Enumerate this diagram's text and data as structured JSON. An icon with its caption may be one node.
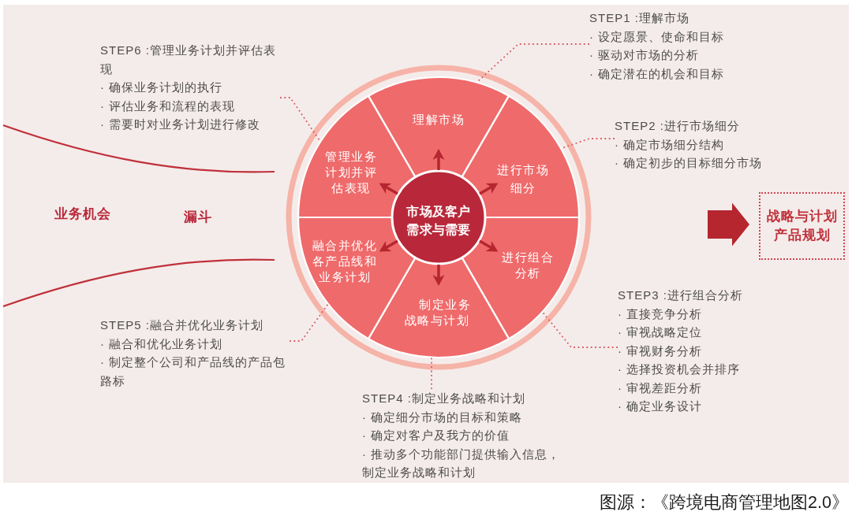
{
  "diagram": {
    "caption": "图源：《跨境电商管理地图2.0》",
    "nodes": [
      {
        "text": [],
        "shape": "circle"
      },
      {
        "text": [
          "市场及客户需求与需要"
        ],
        "in": 0
      },
      {
        "text": [
          "理解市场"
        ],
        "in": 0
      },
      {
        "text": [
          "进行市场细分"
        ],
        "in": 0
      },
      {
        "text": [
          "进行组合分析"
        ],
        "in": 0
      },
      {
        "text": [
          "制定业务战略与计划"
        ],
        "in": 0
      },
      {
        "text": [
          "融合并优化各产品线和业务计划"
        ],
        "in": 0
      },
      {
        "text": [
          "管理业务计划并评估表现"
        ],
        "in": 0
      },
      {
        "text": [
          "STEP1 :理解市场",
          "· 设定愿景、使命和目标",
          "· 驱动对市场的分析",
          "· 确定潜在的机会和目标"
        ]
      },
      {
        "text": [
          "STEP2 :进行市场细分",
          "· 确定市场细分结构",
          "· 确定初步的目标细分市场"
        ]
      },
      {
        "text": [
          "STEP3 :进行组合分析",
          "· 直接竞争分析",
          "· 审视战略定位",
          "· 审视财务分析",
          "· 选择投资机会并排序",
          "· 审视差距分析",
          "· 确定业务设计"
        ]
      },
      {
        "text": [
          "STEP4 :制定业务战略和计划",
          "· 确定细分市场的目标和策略",
          "· 确定对客户及我方的价值",
          "· 推动多个功能部门提供输入信息，制定业务战略和计划"
        ]
      },
      {
        "text": [
          "STEP5 :融合并优化业务计划",
          "· 融合和优化业务计划",
          "· 制定整个公司和产品线的产品包路标"
        ]
      },
      {
        "text": [
          "STEP6 :管理业务计划并评估表现",
          "· 确保业务计划的执行",
          "· 评估业务和流程的表现",
          "· 需要时对业务计划进行修改"
        ]
      },
      {
        "text": [
          "战略与计划",
          "产品规划"
        ]
      }
    ],
    "edges": [
      {
        "from": 1,
        "to": 2,
        "arrow": "to"
      },
      {
        "from": 1,
        "to": 3,
        "arrow": "to"
      },
      {
        "from": 1,
        "to": 4,
        "arrow": "to"
      },
      {
        "from": 1,
        "to": 5,
        "arrow": "to"
      },
      {
        "from": 1,
        "to": 6,
        "arrow": "to"
      },
      {
        "from": 1,
        "to": 7,
        "arrow": "to"
      },
      {
        "from": 8,
        "to": 2,
        "arrow": "none",
        "style": "dashed",
        "color": "#d6585f"
      },
      {
        "from": 9,
        "to": 3,
        "arrow": "none",
        "style": "dashed",
        "color": "#d6585f"
      },
      {
        "from": 10,
        "to": 4,
        "arrow": "none",
        "style": "dashed",
        "color": "#d6585f"
      },
      {
        "from": 11,
        "to": 5,
        "arrow": "none",
        "style": "dashed",
        "color": "#d6585f"
      },
      {
        "from": 12,
        "to": 6,
        "arrow": "none",
        "style": "dashed",
        "color": "#d6585f"
      },
      {
        "from": 13,
        "to": 7,
        "arrow": "none",
        "style": "dashed",
        "color": "#d6585f"
      },
      {
        "from": null,
        "to": 14,
        "arrow": "to",
        "style": "thick"
      }
    ],
    "labels": [
      "业务机会",
      "漏斗"
    ]
  }
}
